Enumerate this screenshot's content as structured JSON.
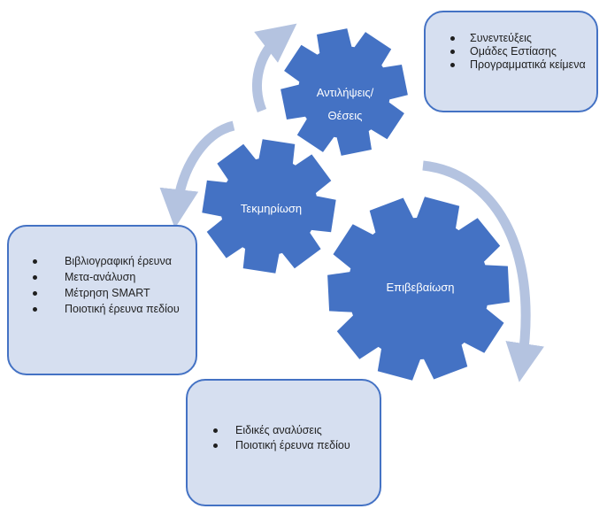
{
  "gears": {
    "perceptions": "Αντιλήψεις/\nΘέσεις",
    "documentation": "Τεκμηρίωση",
    "confirmation": "Επιβεβαίωση"
  },
  "colors": {
    "gear": "#4472c4",
    "arrow": "#b4c3e0",
    "box_fill": "#d6dff0",
    "box_border": "#4472c4"
  },
  "boxes": {
    "top_right": [
      "Συνεντεύξεις",
      "Ομάδες Εστίασης",
      "Προγραμματικά κείμενα"
    ],
    "left": [
      "Βιβλιογραφική έρευνα",
      "Μετα-ανάλυση",
      "Μέτρηση SMART",
      "Ποιοτική έρευνα πεδίου"
    ],
    "bottom": [
      "Ειδικές αναλύσεις",
      "Ποιοτική έρευνα πεδίου"
    ]
  }
}
